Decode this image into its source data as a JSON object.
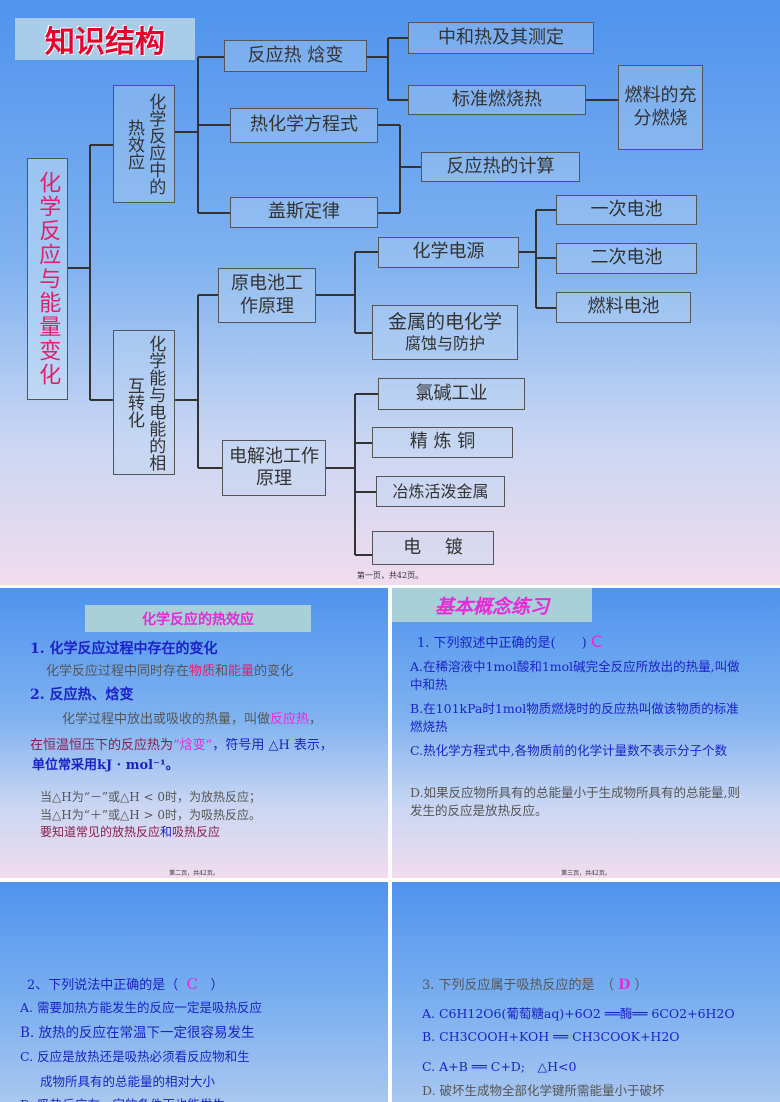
{
  "slide1": {
    "title": "知识结构",
    "root": "化学反应与能量变化",
    "branch1": "化学反应中的热效应",
    "branch2": "化学能与电能的相互转化",
    "nodes": {
      "fyr": "反应热 焓变",
      "rhx": "热化学方程式",
      "gs": "盖斯定律",
      "zhr": "中和热及其测定",
      "bzr": "标准燃烧热",
      "rl": "燃料的充分燃烧",
      "js": "反应热的计算",
      "ydc": "原电池工作原理",
      "hxdy": "化学电源",
      "js2a": "金属的电化学",
      "js2b": "腐蚀与防护",
      "yc": "一次电池",
      "ec": "二次电池",
      "rld": "燃料电池",
      "djc": "电解池工作原理",
      "ljg": "氯碱工业",
      "jlt": "精 炼 铜",
      "yl": "冶炼活泼金属",
      "dd": "电　 镀"
    },
    "footer": "第一页，共42页。"
  },
  "slide2": {
    "title": "化学反应的热效应",
    "h1": "1. 化学反应过程中存在的变化",
    "l1a": "化学反应过程中同时存在",
    "l1b": "物质",
    "l1c": "和",
    "l1d": "能量",
    "l1e": "的变化",
    "h2": "2. 反应热、焓变",
    "l2a": "化学过程中放出或吸收的热量，叫做",
    "l2b": "反应热",
    "l2c": "，",
    "l3a": "在恒温恒压下的反应热为",
    "l3b": "“焓变”",
    "l3c": "，符号用 △H 表示，",
    "l4": "单位常采用kJ · mol⁻¹。",
    "l5": "当△H为“－”或△H < 0时，为放热反应；",
    "l6": "当△H为“＋”或△H > 0时，为吸热反应。",
    "l7a": "要知道常见的放热反应",
    "l7b": "和",
    "l7c": "吸热反应",
    "footer": "第二页，共42页。"
  },
  "slide3": {
    "title": "基本概念练习",
    "q": "1. 下列叙述中正确的是(　　)",
    "ans": "C",
    "a": "A.在稀溶液中1mol酸和1mol碱完全反应所放出的热量,叫做中和热",
    "b": "B.在101kPa时1mol物质燃烧时的反应热叫做该物质的标准燃烧热",
    "c": "C.热化学方程式中,各物质前的化学计量数不表示分子个数",
    "d": "D.如果反应物所具有的总能量小于生成物所具有的总能量,则发生的反应是放热反应。",
    "footer": "第三页，共42页。"
  },
  "slide4": {
    "q": "2、下列说法中正确的是（",
    "ans": "C",
    "qend": "）",
    "a": "A. 需要加热方能发生的反应一定是吸热反应",
    "b": "B. 放热的反应在常温下一定很容易发生",
    "c1": "C. 反应是放热还是吸热必须看反应物和生",
    "c2": "成物所具有的总能量的相对大小",
    "d": "D. 吸热反应在一定的条件下也能发生"
  },
  "slide5": {
    "q": "3. 下列反应属于吸热反应的是　（",
    "ans": "D",
    "qend": "）",
    "a": "A. C6H12O6(葡萄糖aq)+6O2 ══酶══ 6CO2+6H2O",
    "b": "B. CH3COOH+KOH ══ CH3COOK+H2O",
    "c": "C. A+B ══ C+D;　△H<0",
    "d": "D. 破坏生成物全部化学键所需能量小于破坏"
  }
}
